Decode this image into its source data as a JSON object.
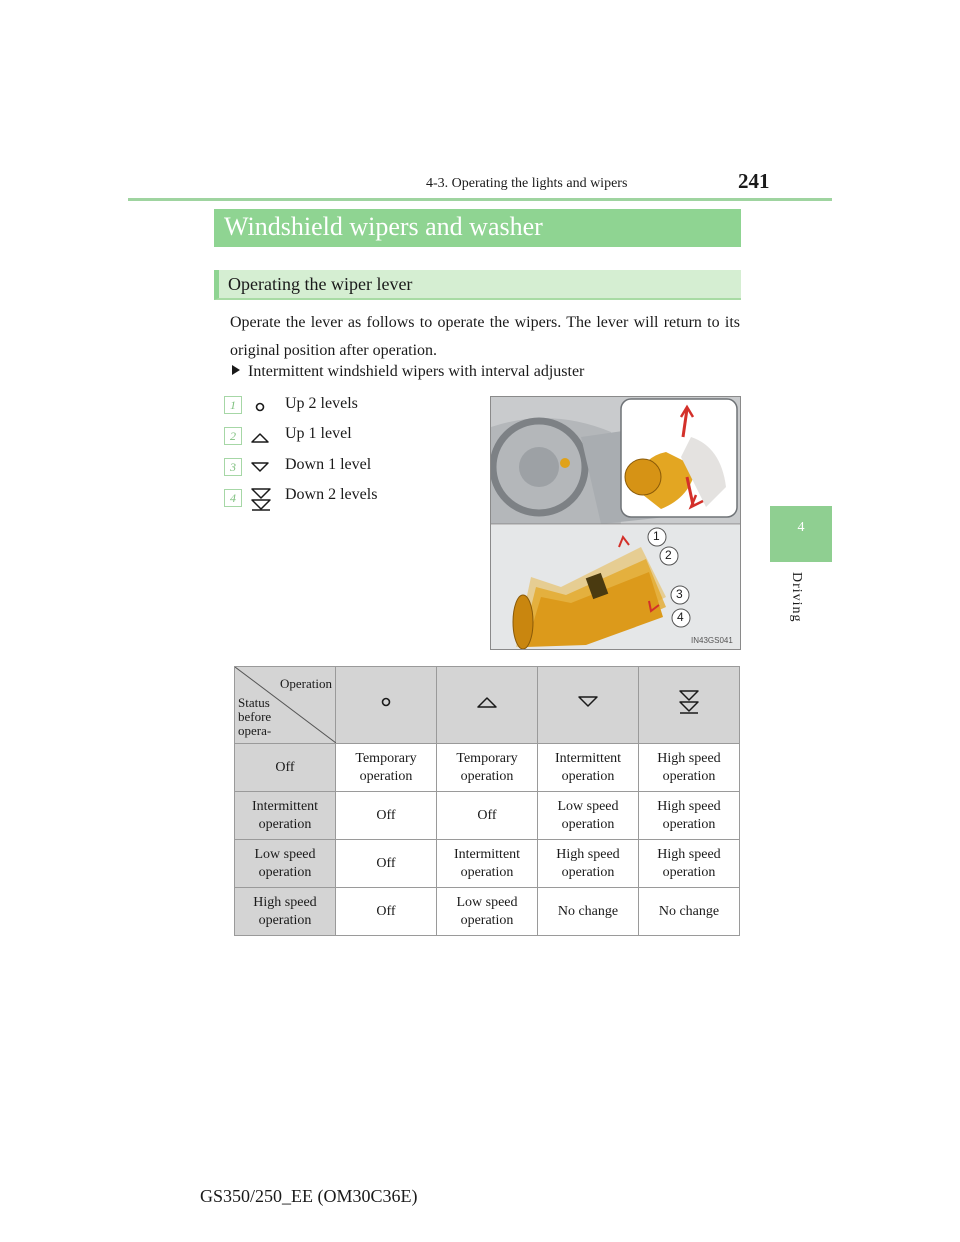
{
  "header": {
    "page_number": "241",
    "section": "4-3. Operating the lights and wipers"
  },
  "side_tab": {
    "chapter_number": "4",
    "chapter_label": "Driving"
  },
  "title": "Windshield wipers and washer",
  "subtitle": "Operating the wiper lever",
  "intro": "Operate the lever as follows to operate the wipers. The lever will return to its original position after operation.",
  "bullet": "Intermittent windshield wipers with interval adjuster",
  "items": [
    {
      "num": "1",
      "icon": "circle-dot-icon",
      "label": "Up 2 levels"
    },
    {
      "num": "2",
      "icon": "chevron-up-icon",
      "label": "Up 1 level"
    },
    {
      "num": "3",
      "icon": "chevron-down-icon",
      "label": "Down 1 level"
    },
    {
      "num": "4",
      "icon": "double-chevron-down-icon",
      "label": "Down 2 levels"
    }
  ],
  "illustration": {
    "code": "IN43GS041",
    "callouts": [
      "1",
      "2",
      "3",
      "4"
    ]
  },
  "table": {
    "corner_operation": "Operation",
    "corner_status": [
      "Status",
      "before",
      "opera-"
    ],
    "column_icons": [
      "circle-dot-icon",
      "chevron-up-icon",
      "chevron-down-icon",
      "double-chevron-down-icon"
    ],
    "rows": [
      {
        "status": "Off",
        "cells": [
          "Temporary operation",
          "Temporary operation",
          "Intermittent operation",
          "High speed operation"
        ]
      },
      {
        "status": "Intermittent operation",
        "cells": [
          "Off",
          "Off",
          "Low speed operation",
          "High speed operation"
        ]
      },
      {
        "status": "Low speed operation",
        "cells": [
          "Off",
          "Intermittent operation",
          "High speed operation",
          "High speed operation"
        ]
      },
      {
        "status": "High speed operation",
        "cells": [
          "Off",
          "Low speed operation",
          "No change",
          "No change"
        ]
      }
    ]
  },
  "footer": "GS350/250_EE (OM30C36E)"
}
